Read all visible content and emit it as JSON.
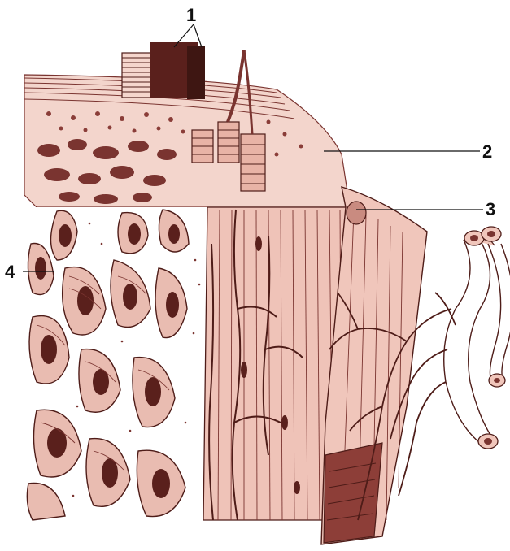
{
  "figure": {
    "labels": [
      {
        "id": "1",
        "text": "1"
      },
      {
        "id": "2",
        "text": "2"
      },
      {
        "id": "3",
        "text": "3"
      },
      {
        "id": "4",
        "text": "4"
      }
    ]
  },
  "colors": {
    "tissue": "#efc3b8",
    "tissue_light": "#f7dcd3",
    "ink": "#7a3430",
    "dark": "#4e1c18",
    "label": "#111111"
  }
}
